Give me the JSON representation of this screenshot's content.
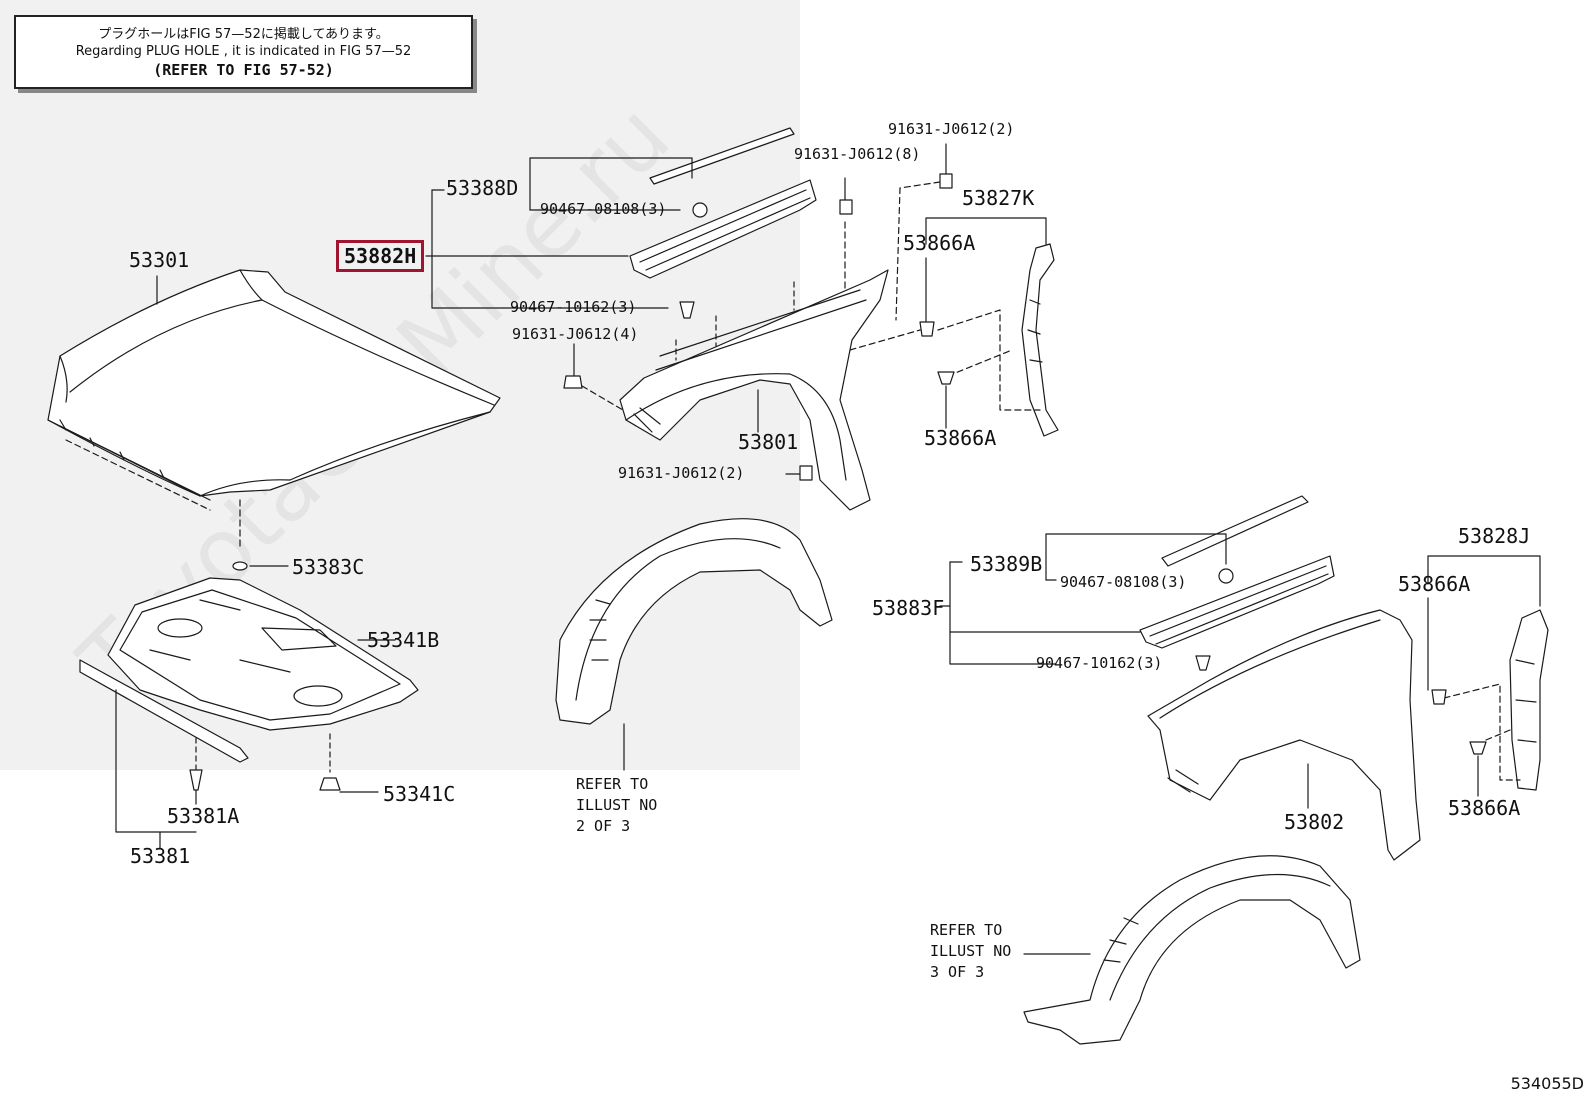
{
  "watermark": "ToyotaCarMine.ru",
  "note": {
    "jp": "プラグホールはFIG 57—52に掲載してあります。",
    "en": "Regarding PLUG HOLE , it is indicated in FIG 57—52",
    "refer": "(REFER TO FIG 57-52)"
  },
  "labels": {
    "hood": "53301",
    "hood_seal_clip": "53383C",
    "hood_insulator": "53341B",
    "insulator_clip": "53341C",
    "hood_seal_clip_a": "53381A",
    "hood_seal": "53381",
    "seal_rh_set": "53388D",
    "seal_rh_selected": "53882H",
    "clip_08108_a": "90467-08108(3)",
    "clip_10162_a": "90467-10162(3)",
    "bolt_a": "91631-J0612(4)",
    "bolt_b": "91631-J0612(8)",
    "bolt_c": "91631-J0612(2)",
    "bolt_d": "91631-J0612(2)",
    "fender_rh": "53801",
    "fender_liner_k": "53827K",
    "clip_866a_1": "53866A",
    "clip_866a_2": "53866A",
    "seal_lh_set": "53389B",
    "seal_lh": "53883F",
    "clip_08108_b": "90467-08108(3)",
    "clip_10162_b": "90467-10162(3)",
    "fender_liner_j": "53828J",
    "clip_866a_3": "53866A",
    "clip_866a_4": "53866A",
    "fender_lh": "53802"
  },
  "refer1": "REFER TO\nILLUST NO\n2 OF 3",
  "refer2": "REFER TO\nILLUST NO\n3 OF 3",
  "figure_code": "534055D",
  "colors": {
    "highlight": "#a01430",
    "panel": "#f1f1f1",
    "line": "#1a1a1a"
  }
}
